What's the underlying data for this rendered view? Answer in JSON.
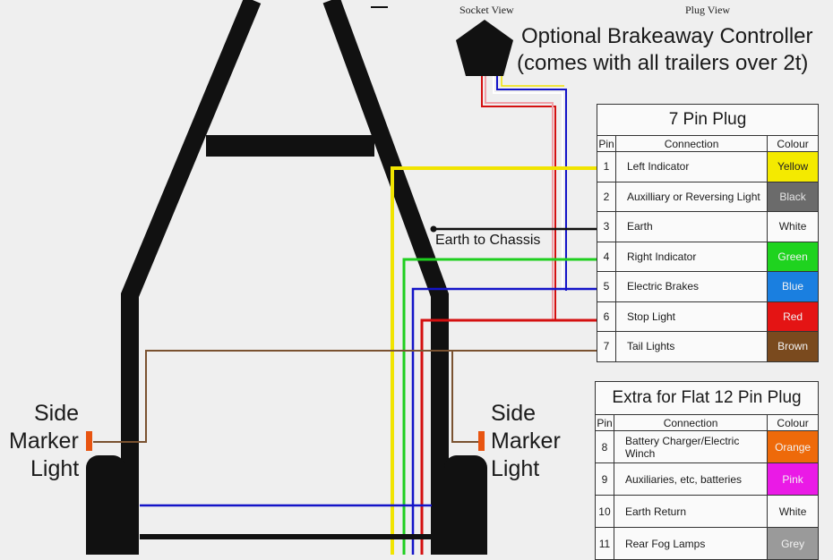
{
  "header": {
    "socket_view": "Socket View",
    "plug_view": "Plug View",
    "brake_line1": "Optional Brakeaway Controller",
    "brake_line2": "(comes with all trailers over 2t)"
  },
  "labels": {
    "earth_chassis": "Earth to Chassis",
    "side_left": [
      "Side",
      "Marker",
      "Light"
    ],
    "side_right": [
      "Side",
      "Marker",
      "Light"
    ]
  },
  "table7": {
    "title": "7 Pin Plug",
    "headers": [
      "Pin",
      "Connection",
      "Colour"
    ],
    "rows": [
      {
        "pin": "1",
        "connection": "Left Indicator",
        "colour": "Yellow",
        "bg": "#f4ea00",
        "fg": "#222222"
      },
      {
        "pin": "2",
        "connection": "Auxilliary or Reversing Light",
        "colour": "Black",
        "bg": "#6b6b6b",
        "fg": "#e6e6e6"
      },
      {
        "pin": "3",
        "connection": "Earth",
        "colour": "White",
        "bg": "#fafafa",
        "fg": "#222222"
      },
      {
        "pin": "4",
        "connection": "Right Indicator",
        "colour": "Green",
        "bg": "#1fd31f",
        "fg": "#f2f2f2"
      },
      {
        "pin": "5",
        "connection": "Electric Brakes",
        "colour": "Blue",
        "bg": "#1a7fe0",
        "fg": "#f2f2f2"
      },
      {
        "pin": "6",
        "connection": "Stop Light",
        "colour": "Red",
        "bg": "#e41414",
        "fg": "#f2f2f2"
      },
      {
        "pin": "7",
        "connection": "Tail Lights",
        "colour": "Brown",
        "bg": "#7a4a1e",
        "fg": "#f2f2f2"
      }
    ]
  },
  "table12": {
    "title": "Extra for Flat 12 Pin Plug",
    "headers": [
      "Pin",
      "Connection",
      "Colour"
    ],
    "rows": [
      {
        "pin": "8",
        "connection": "Battery Charger/Electric Winch",
        "colour": "Orange",
        "bg": "#ee6a0a",
        "fg": "#f2f2f2"
      },
      {
        "pin": "9",
        "connection": "Auxiliaries, etc, batteries",
        "colour": "Pink",
        "bg": "#ea1ae6",
        "fg": "#f2f2f2"
      },
      {
        "pin": "10",
        "connection": "Earth Return",
        "colour": "White",
        "bg": "#fafafa",
        "fg": "#222222"
      },
      {
        "pin": "11",
        "connection": "Rear Fog Lamps",
        "colour": "Grey",
        "bg": "#9a9a9a",
        "fg": "#f2f2f2"
      }
    ]
  },
  "colors": {
    "frame": "#111111",
    "yellow": "#f1e400",
    "green": "#1fcf1f",
    "blue": "#1414c8",
    "red": "#d41010",
    "brown": "#7a5230",
    "pink": "#f0a0a8",
    "marker": "#e85410"
  }
}
